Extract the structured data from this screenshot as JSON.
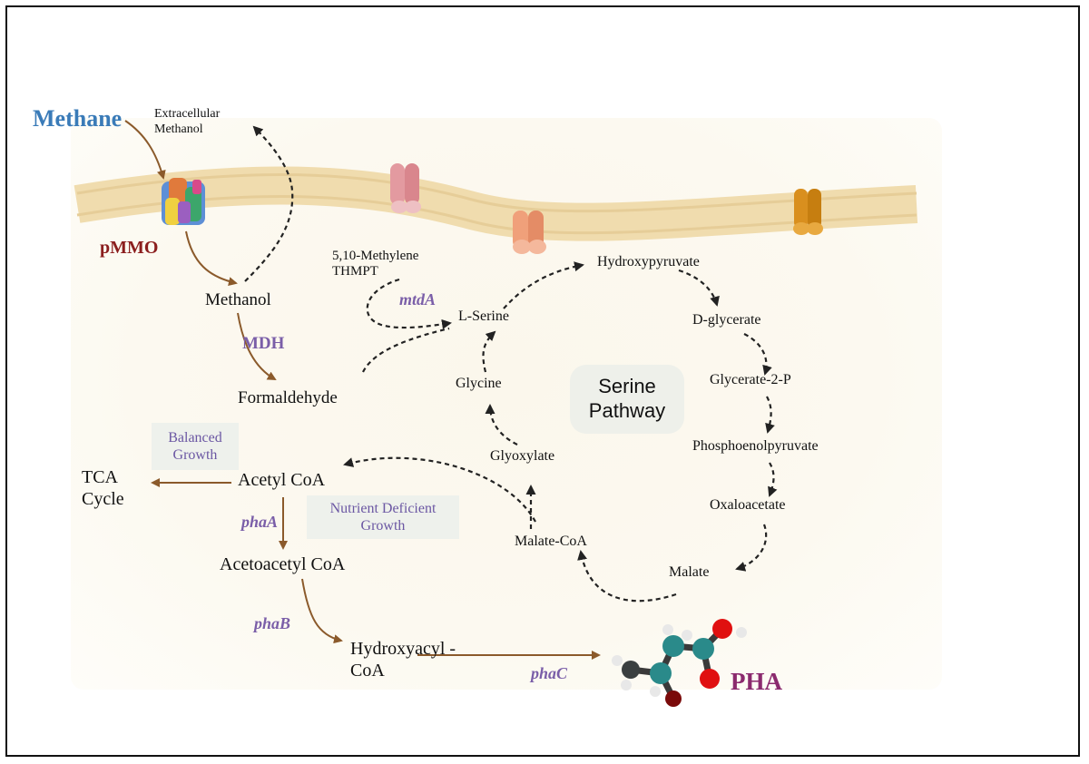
{
  "labels": {
    "methane": "Methane",
    "extracellular_methanol": [
      "Extracellular",
      "Methanol"
    ],
    "pmmo": "pMMO",
    "methanol": "Methanol",
    "mdh": "MDH",
    "formaldehyde": "Formaldehyde",
    "methylene_thmpt": [
      "5,10-Methylene",
      "THMPT"
    ],
    "mtda": "mtdA",
    "l_serine": "L-Serine",
    "hydroxypyruvate": "Hydroxypyruvate",
    "d_glycerate": "D-glycerate",
    "glycerate_2p": "Glycerate-2-P",
    "phosphoenolpyruvate": "Phosphoenolpyruvate",
    "oxaloacetate": "Oxaloacetate",
    "malate": "Malate",
    "malate_coa": "Malate-CoA",
    "glyoxylate": "Glyoxylate",
    "glycine": "Glycine",
    "serine_pathway": [
      "Serine",
      "Pathway"
    ],
    "balanced_growth": [
      "Balanced",
      "Growth"
    ],
    "nutrient_deficient_growth": [
      "Nutrient Deficient",
      "Growth"
    ],
    "tca_cycle": [
      "TCA",
      "Cycle"
    ],
    "acetyl_coa": "Acetyl CoA",
    "phaa": "phaA",
    "acetoacetyl_coa": "Acetoacetyl CoA",
    "phab": "phaB",
    "hydroxyacyl_coa": [
      "Hydroxyacyl -",
      "CoA"
    ],
    "phac": "phaC",
    "pha": "PHA"
  },
  "colors": {
    "methane": "#3a7bb8",
    "pmmo": "#8b1e1e",
    "enzyme": "#7a5ea8",
    "pha": "#8b2a6e",
    "arrow_solid": "#8b5a2b",
    "arrow_dashed": "#222222",
    "membrane": "#f0dcae"
  },
  "icons": {
    "pmmo_enzyme": "pmmo-protein-complex-icon",
    "channel_1": "pink-membrane-channel-icon",
    "channel_2": "salmon-membrane-channel-icon",
    "channel_3": "orange-membrane-channel-icon",
    "molecule": "pha-ball-and-stick-molecule-icon"
  }
}
